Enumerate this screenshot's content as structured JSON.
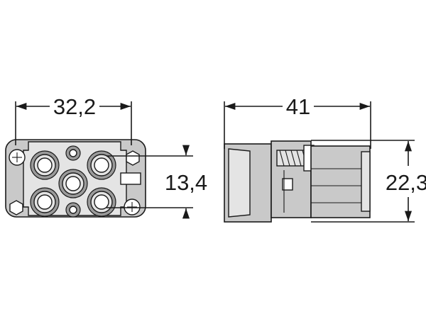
{
  "dimensions": {
    "front_width": "32,2",
    "pin_spacing": "13,4",
    "side_length": "41",
    "side_height": "22,3"
  }
}
